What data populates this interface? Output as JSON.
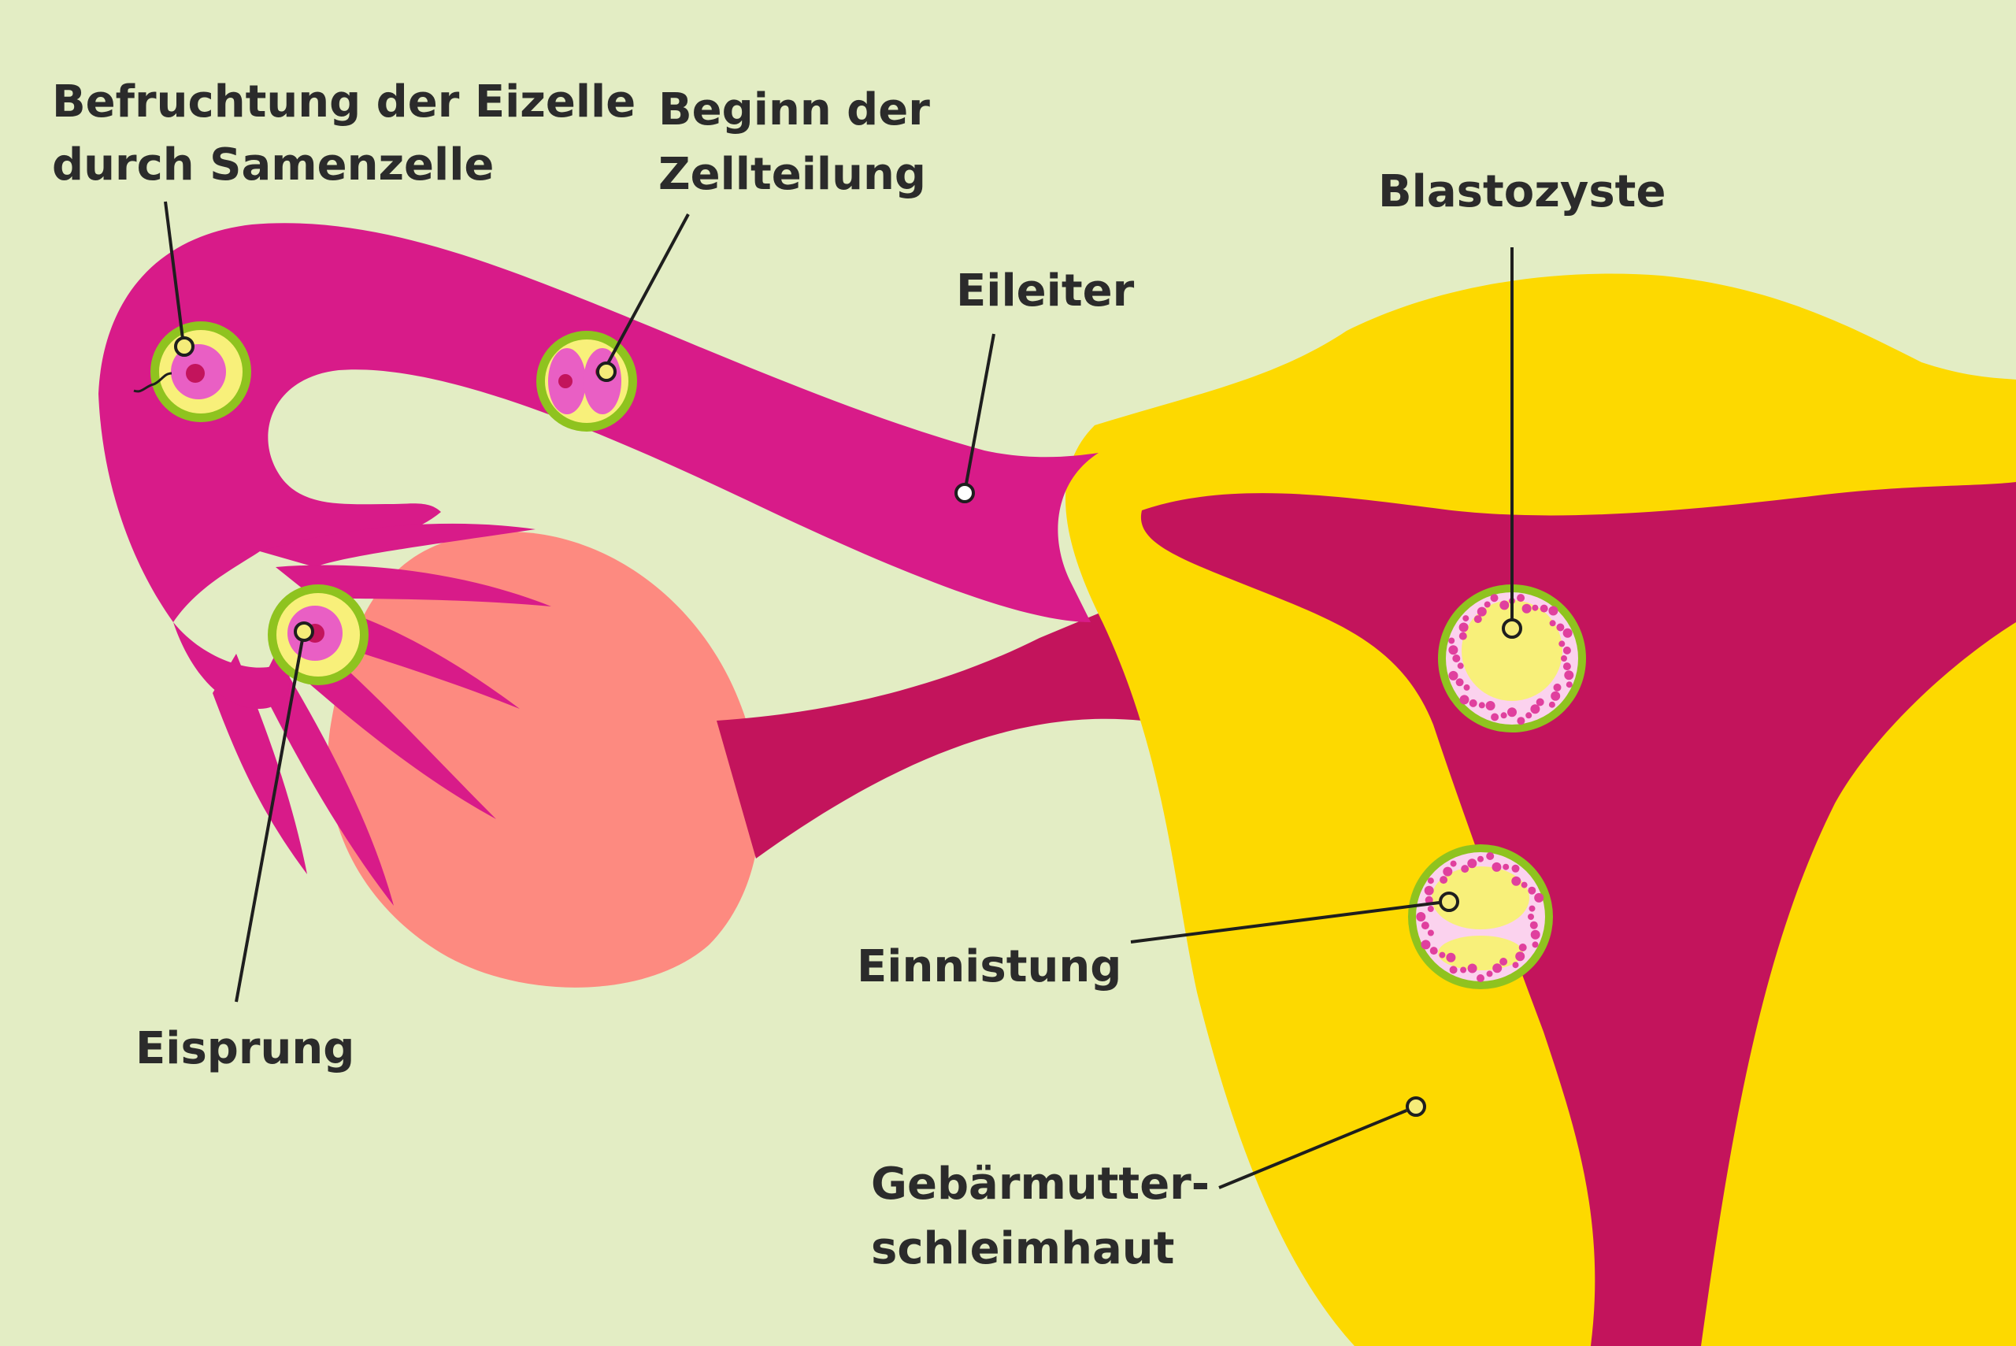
{
  "title": "",
  "colors": {
    "background": "#e3edc4",
    "tube": "#d81b89",
    "uterus_outer": "#fdd900",
    "uterus_inner": "#c3145c",
    "ovary": "#fd8a80",
    "cell_ring": "#8fc31f",
    "cell_yolk": "#f8f07a",
    "cell_pink": "#e95fc4",
    "nucleus": "#c3145c"
  },
  "labels": {
    "fertilization_line1": "Befruchtung der Eizelle",
    "fertilization_line2": "durch Samenzelle",
    "cell_division_line1": "Beginn der",
    "cell_division_line2": "Zellteilung",
    "blastocyst": "Blastozyste",
    "fallopian_tube": "Eileiter",
    "ovulation": "Eisprung",
    "implantation": "Einnistung",
    "endometrium_line1": "Gebärmutter-",
    "endometrium_line2": "schleimhaut"
  }
}
